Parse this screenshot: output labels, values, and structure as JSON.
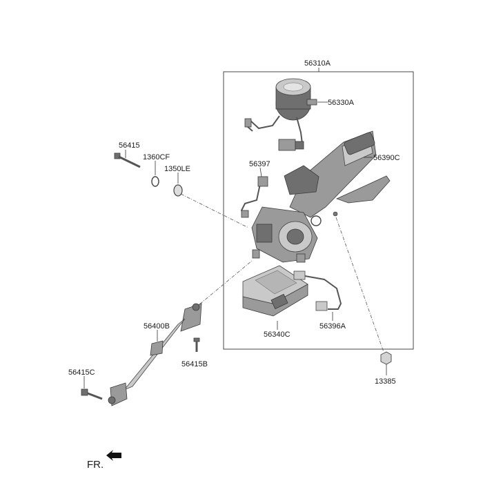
{
  "labels": {
    "p56310A": "56310A",
    "p56330A": "56330A",
    "p56390C": "56390C",
    "p56397": "56397",
    "p56415": "56415",
    "p1360CF": "1360CF",
    "p1350LE": "1350LE",
    "p56400B": "56400B",
    "p56415B": "56415B",
    "p56415C": "56415C",
    "p56340C": "56340C",
    "p56396A": "56396A",
    "p13385": "13385"
  },
  "direction": {
    "label": "FR."
  },
  "colors": {
    "line": "#333333",
    "part": "#8a8a8a",
    "text": "#1a1a1a"
  }
}
